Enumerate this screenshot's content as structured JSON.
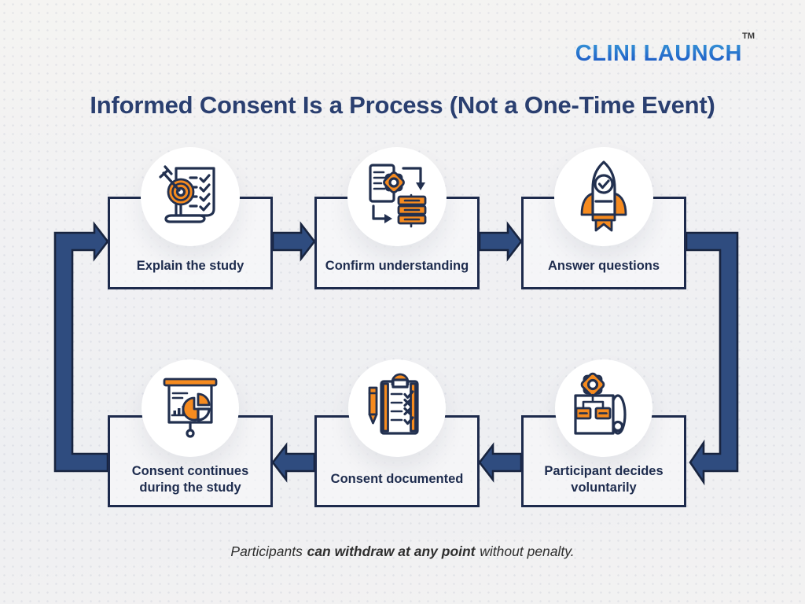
{
  "logo": {
    "brand": "CLINI LAUNCH",
    "trademark": "TM"
  },
  "header": {
    "title": "Informed Consent Is a Process (Not a One-Time Event)"
  },
  "flow": {
    "direction": "clockwise-loop",
    "steps": [
      {
        "id": 1,
        "label": "Explain the study",
        "icon": "target-checklist-icon"
      },
      {
        "id": 2,
        "label": "Confirm understanding",
        "icon": "document-gear-flow-icon"
      },
      {
        "id": 3,
        "label": "Answer questions",
        "icon": "rocket-check-icon"
      },
      {
        "id": 4,
        "label": "Participant decides voluntarily",
        "icon": "blueprint-gear-icon"
      },
      {
        "id": 5,
        "label": "Consent documented",
        "icon": "clipboard-checklist-icon"
      },
      {
        "id": 6,
        "label": "Consent continues during the study",
        "icon": "presentation-charts-icon"
      }
    ]
  },
  "footnote": {
    "lead": "Participants",
    "emphasis": "can withdraw at any point",
    "tail": "without penalty."
  },
  "colors": {
    "accent_orange": "#F68B1F",
    "arrow_blue": "#2F4C7F",
    "outline_navy": "#1D2A4C",
    "title_navy": "#2A3F70",
    "logo_blue_top": "#389AD8",
    "logo_blue_bottom": "#1C55C4",
    "background": "#F1F1F3"
  }
}
